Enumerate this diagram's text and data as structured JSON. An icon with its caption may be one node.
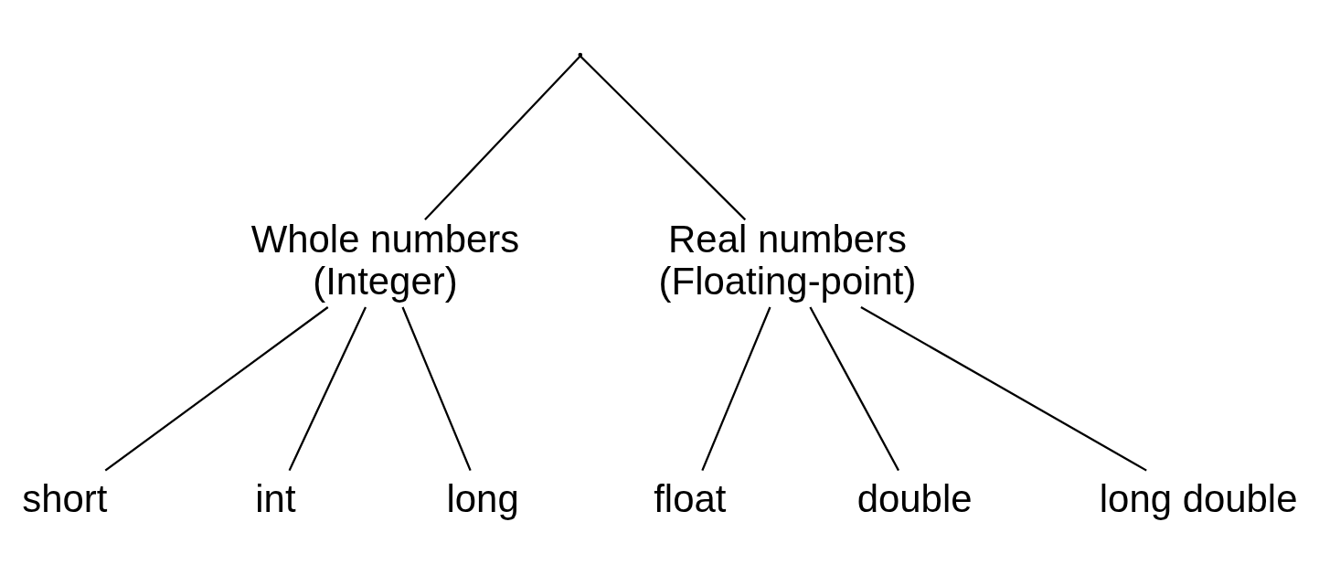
{
  "diagram": {
    "nodes": [
      {
        "text": [],
        "shape": "point"
      },
      {
        "text": [
          "Whole numbers (Integer)"
        ]
      },
      {
        "text": [
          "Real numbers (Floating-point)"
        ]
      },
      {
        "text": [
          "short"
        ]
      },
      {
        "text": [
          "int"
        ]
      },
      {
        "text": [
          "long"
        ]
      },
      {
        "text": [
          "float"
        ]
      },
      {
        "text": [
          "double"
        ]
      },
      {
        "text": [
          "long double"
        ]
      }
    ],
    "edges": [
      {
        "from": 0,
        "to": 1,
        "arrow": "none"
      },
      {
        "from": 0,
        "to": 2,
        "arrow": "none"
      },
      {
        "from": 1,
        "to": 3,
        "arrow": "none"
      },
      {
        "from": 1,
        "to": 4,
        "arrow": "none"
      },
      {
        "from": 1,
        "to": 5,
        "arrow": "none"
      },
      {
        "from": 2,
        "to": 6,
        "arrow": "none"
      },
      {
        "from": 2,
        "to": 7,
        "arrow": "none"
      },
      {
        "from": 2,
        "to": 8,
        "arrow": "none"
      }
    ]
  }
}
